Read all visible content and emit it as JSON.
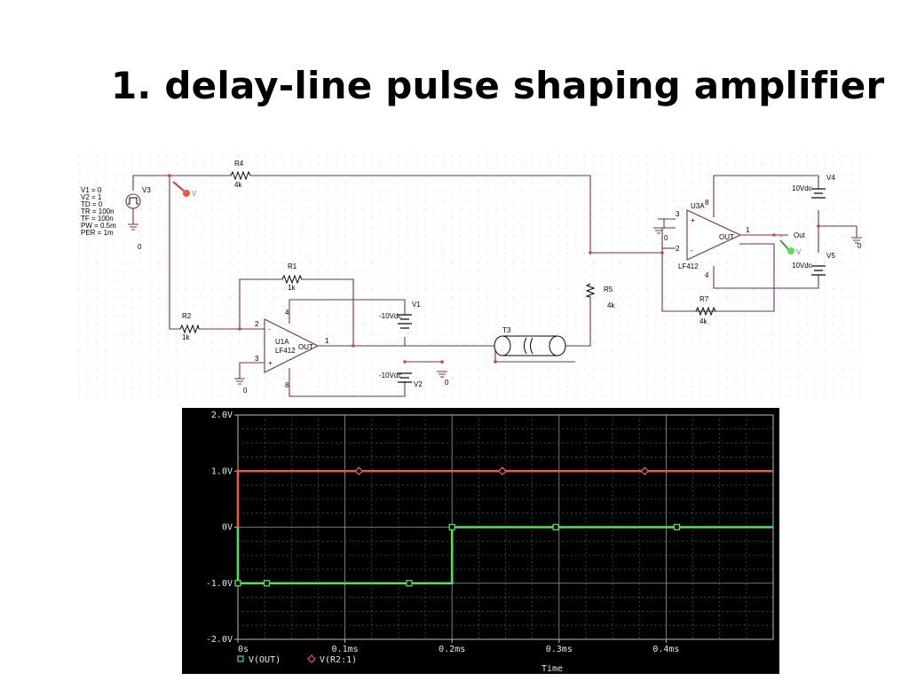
{
  "slide": {
    "title": "1. delay-line pulse shaping amplifier"
  },
  "schematic": {
    "source": {
      "name": "V3",
      "params": [
        "V1 = 0",
        "V2 = 1",
        "TD = 0",
        "TR = 100n",
        "TF = 100n",
        "PW = 0.5m",
        "PER = 1m"
      ],
      "ground": "0"
    },
    "probe_in_label": "V",
    "r4": {
      "name": "R4",
      "value": "4k"
    },
    "r1": {
      "name": "R1",
      "value": "1k"
    },
    "r2": {
      "name": "R2",
      "value": "1k"
    },
    "r5": {
      "name": "R5",
      "value": "4k"
    },
    "r7": {
      "name": "R7",
      "value": "4k"
    },
    "u1": {
      "name": "U1A",
      "part": "LF412",
      "out": "OUT",
      "pin_in_inv": "2",
      "pin_in_noninv": "3",
      "pin_out": "1",
      "pin_v4": "4",
      "pin_v8": "8",
      "ground": "0"
    },
    "u3": {
      "name": "U3A",
      "part": "LF412",
      "out": "OUT",
      "pin_in_noninv": "3",
      "pin_in_inv": "2",
      "pin_out": "1",
      "pin_v4": "4",
      "pin_v8": "8",
      "ground": "0"
    },
    "v1": {
      "name": "V1",
      "value": "-10Vdc"
    },
    "v2": {
      "name": "V2",
      "value": "-10Vdc",
      "ground": "0"
    },
    "v4": {
      "name": "V4",
      "value": "10Vdc"
    },
    "v5": {
      "name": "V5",
      "value": "10Vdc",
      "ground": "0"
    },
    "t3": {
      "name": "T3"
    },
    "out_label": "Out",
    "probe_out_label": "V"
  },
  "chart_data": {
    "type": "line",
    "y_ticks": [
      "2.0V",
      "1.0V",
      "0V",
      "-1.0V",
      "-2.0V"
    ],
    "x_ticks": [
      "0s",
      "0.1ms",
      "0.2ms",
      "0.3ms",
      "0.4ms"
    ],
    "xlabel": "Time",
    "xlim_ms": [
      0,
      0.5
    ],
    "ylim": [
      -2.0,
      2.0
    ],
    "grid": true,
    "legend_position": "bottom-left",
    "series": [
      {
        "name": "V(OUT)",
        "color": "#55e055",
        "marker": "square",
        "x_ms": [
          0,
          0,
          0.2,
          0.2,
          0.5
        ],
        "y": [
          0,
          -1.0,
          -1.0,
          0,
          0
        ],
        "marker_x_ms": [
          0.0,
          0.027,
          0.16,
          0.2,
          0.297,
          0.41
        ],
        "marker_y": [
          -1.0,
          -1.0,
          -1.0,
          0,
          0,
          0
        ]
      },
      {
        "name": "V(R2:1)",
        "color": "#e85a4a",
        "marker": "diamond",
        "x_ms": [
          0,
          0,
          0.5
        ],
        "y": [
          0,
          1.0,
          1.0
        ],
        "marker_x_ms": [
          0.113,
          0.247,
          0.38
        ],
        "marker_y": [
          1.0,
          1.0,
          1.0
        ]
      }
    ]
  }
}
